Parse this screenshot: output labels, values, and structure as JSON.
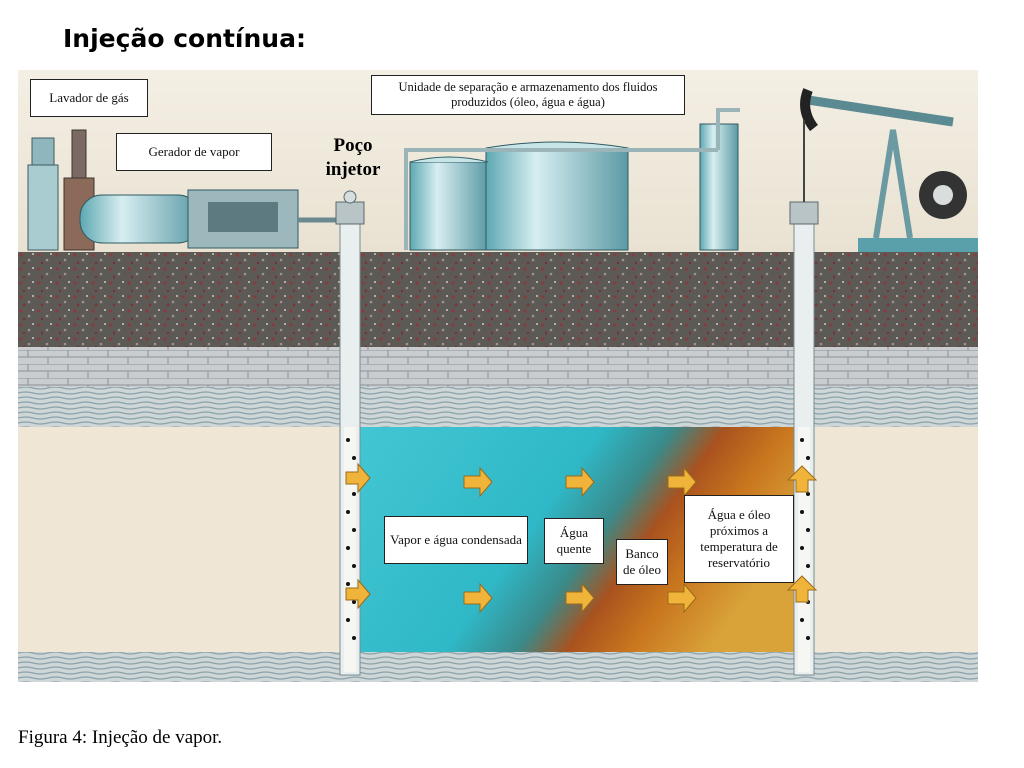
{
  "page": {
    "title": "Injeção contínua:",
    "caption": "Figura 4: Injeção de vapor."
  },
  "diagram": {
    "labels": {
      "gas_scrubber": "Lavador de gás",
      "steam_generator": "Gerador de vapor",
      "separation_unit": "Unidade de separação e armazenamento dos fluidos produzidos (óleo, água e água)",
      "injector_well": "Poço injetor",
      "steam_condensed": "Vapor e água condensada",
      "hot_water": "Água quente",
      "oil_bank": "Banco de óleo",
      "reservoir_temp": "Água e óleo próximos a temperatura de reservatório"
    },
    "colors": {
      "steam_zone": "#35c6d6",
      "oil_zone": "#c0501e",
      "arrow": "#f0b43a",
      "soil": "#5a5550",
      "rock": "#d9d3c4",
      "sand": "#efe6d6"
    }
  }
}
